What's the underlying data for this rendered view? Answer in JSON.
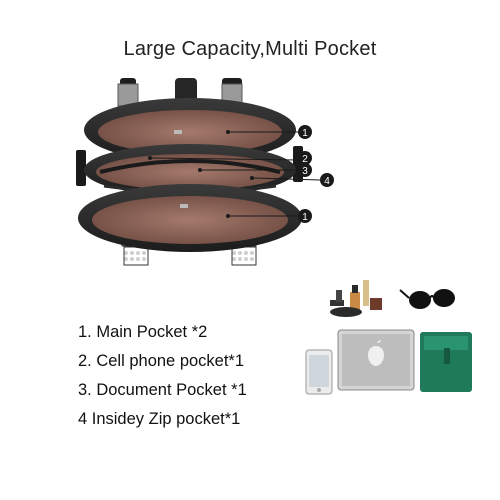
{
  "header": {
    "title": "Large Capacity,Multi Pocket"
  },
  "callouts": [
    "1",
    "2",
    "3",
    "4",
    "1"
  ],
  "features": [
    "1. Main Pocket *2",
    "2. Cell phone pocket*1",
    "3. Document Pocket *1",
    "4 Insidey Zip pocket*1"
  ],
  "colors": {
    "leather": "#2b2b2b",
    "lining": "#8a6155",
    "wallet": "#1f7a5a",
    "callout": "#1a1a1a"
  },
  "icons": {
    "tablet_logo": "apple-logo-icon"
  }
}
